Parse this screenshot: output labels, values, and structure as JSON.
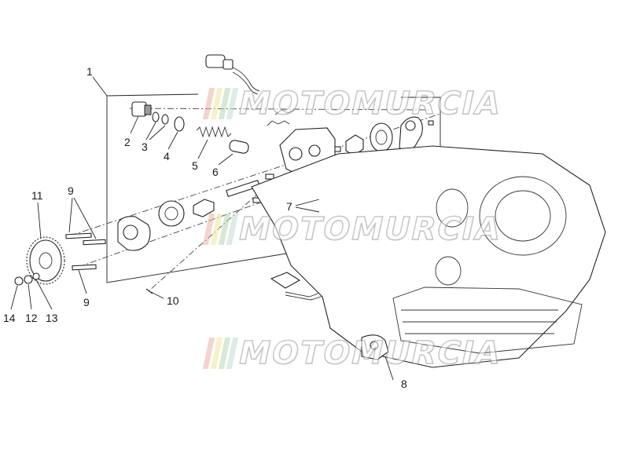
{
  "watermark": {
    "text": "MOTOMURCIA",
    "colors": [
      "#e8b4a4",
      "#f2e6a0",
      "#b8d8b0",
      "#c4dcd4"
    ]
  },
  "callouts": [
    {
      "id": "1",
      "label": "1"
    },
    {
      "id": "2",
      "label": "2"
    },
    {
      "id": "3",
      "label": "3"
    },
    {
      "id": "4",
      "label": "4"
    },
    {
      "id": "5",
      "label": "5"
    },
    {
      "id": "6",
      "label": "6"
    },
    {
      "id": "7",
      "label": "7"
    },
    {
      "id": "8",
      "label": "8"
    },
    {
      "id": "9a",
      "label": "9"
    },
    {
      "id": "9b",
      "label": "9"
    },
    {
      "id": "10",
      "label": "10"
    },
    {
      "id": "11",
      "label": "11"
    },
    {
      "id": "12",
      "label": "12"
    },
    {
      "id": "13",
      "label": "13"
    },
    {
      "id": "14",
      "label": "14"
    }
  ]
}
